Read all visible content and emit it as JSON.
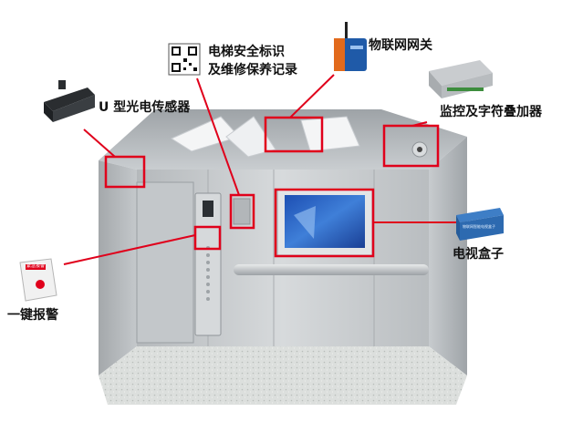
{
  "labels": {
    "u_sensor": "U 型光电传感器",
    "safety_mark_line1": "电梯安全标识",
    "safety_mark_line2": "及维修保养记录",
    "iot_gateway": "物联网网关",
    "monitor_overlay": "监控及字符叠加器",
    "tv_box": "电视盒子",
    "alarm": "一键报警"
  },
  "device_text": {
    "alarm_box": "紧急报警",
    "tv_box_brand": "物联网智能电视盒子"
  },
  "colors": {
    "highlight": "#e0001b",
    "callout_line": "#e0001b",
    "wall": "#bfc3c6",
    "screen": "#2f66c4",
    "floor": "#d9dcda"
  }
}
